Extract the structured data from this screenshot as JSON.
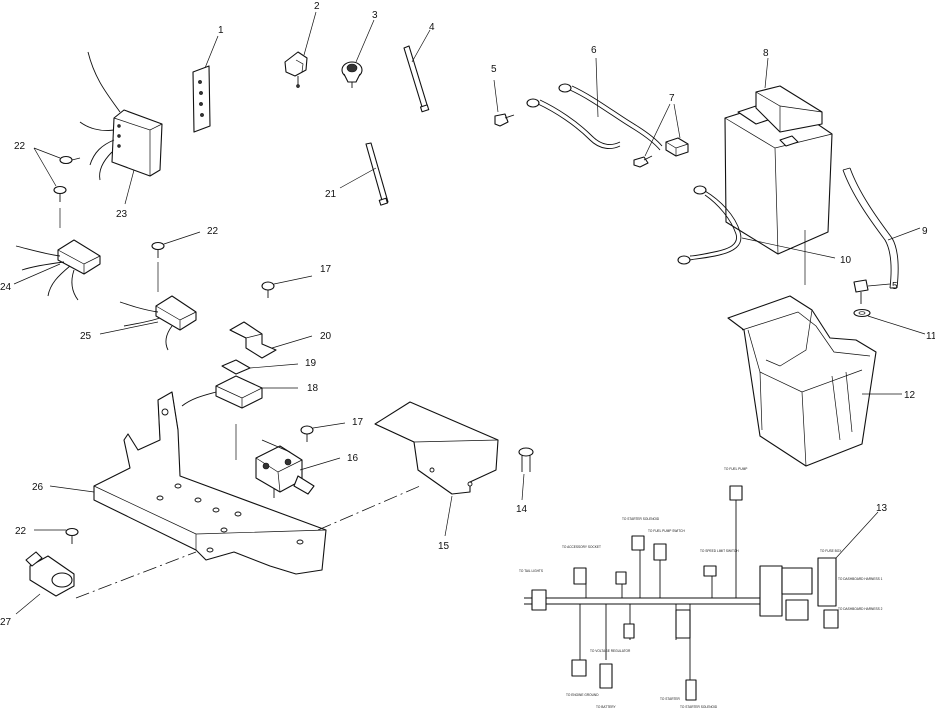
{
  "diagram": {
    "callouts": [
      {
        "id": "c1",
        "label": "1"
      },
      {
        "id": "c2",
        "label": "2"
      },
      {
        "id": "c3",
        "label": "3"
      },
      {
        "id": "c4",
        "label": "4"
      },
      {
        "id": "c5a",
        "label": "5"
      },
      {
        "id": "c6",
        "label": "6"
      },
      {
        "id": "c7",
        "label": "7"
      },
      {
        "id": "c8",
        "label": "8"
      },
      {
        "id": "c9",
        "label": "9"
      },
      {
        "id": "c10",
        "label": "10"
      },
      {
        "id": "c5b",
        "label": "5"
      },
      {
        "id": "c11",
        "label": "11"
      },
      {
        "id": "c12",
        "label": "12"
      },
      {
        "id": "c13",
        "label": "13"
      },
      {
        "id": "c14",
        "label": "14"
      },
      {
        "id": "c15",
        "label": "15"
      },
      {
        "id": "c16",
        "label": "16"
      },
      {
        "id": "c17a",
        "label": "17"
      },
      {
        "id": "c17b",
        "label": "17"
      },
      {
        "id": "c18",
        "label": "18"
      },
      {
        "id": "c19",
        "label": "19"
      },
      {
        "id": "c20",
        "label": "20"
      },
      {
        "id": "c21",
        "label": "21"
      },
      {
        "id": "c22a",
        "label": "22"
      },
      {
        "id": "c22b",
        "label": "22"
      },
      {
        "id": "c22c",
        "label": "22"
      },
      {
        "id": "c23",
        "label": "23"
      },
      {
        "id": "c24",
        "label": "24"
      },
      {
        "id": "c25",
        "label": "25"
      },
      {
        "id": "c26",
        "label": "26"
      },
      {
        "id": "c27",
        "label": "27"
      }
    ],
    "harness_labels": {
      "to_tail_lights": "TO TAIL LIGHTS",
      "to_accessory_socket": "TO ACCESSORY SOCKET",
      "to_starter_solenoid": "TO STARTER SOLENOID",
      "to_fuel_pump_switch": "TO FUEL PUMP SWITCH",
      "to_speed_limit_switch": "TO SPEED LIMIT SWITCH",
      "to_fuel_pump": "TO FUEL PUMP",
      "to_dashboard_harness_1": "TO DASHBOARD HARNESS 1",
      "to_dashboard_harness_2": "TO DASHBOARD HARNESS 2",
      "to_fuse_box": "TO FUSE BOX",
      "to_voltage_regulator": "TO VOLTAGE REGULATOR",
      "to_engine_ground": "TO ENGINE GROUND",
      "to_battery": "TO BATTERY",
      "to_starter": "TO STARTER",
      "to_starter_solenoid_b": "TO STARTER SOLENOID"
    }
  }
}
